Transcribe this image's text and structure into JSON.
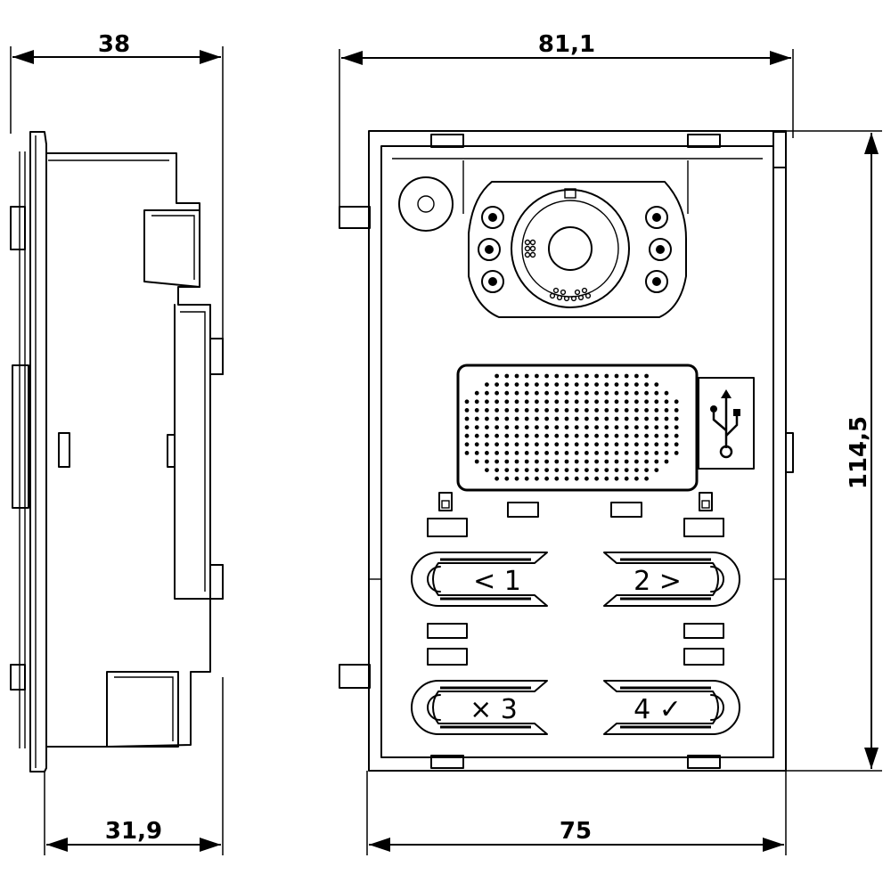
{
  "dimensions": {
    "side_depth_top": "38",
    "front_width_top": "81,1",
    "front_height": "114,5",
    "side_depth_bottom": "31,9",
    "front_width_bottom": "75"
  },
  "buttons": [
    {
      "label": "< 1"
    },
    {
      "label": "2 >"
    },
    {
      "label": "× 3"
    },
    {
      "label": "4 ✓"
    }
  ],
  "icons": {
    "usb": "usb-icon",
    "camera": "camera-icon",
    "speaker": "speaker-grille"
  }
}
